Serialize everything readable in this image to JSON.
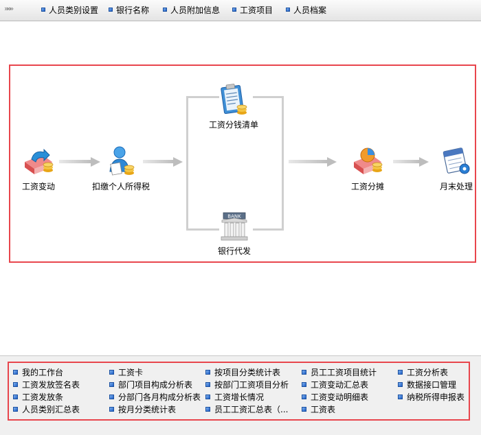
{
  "toolbar": {
    "grip": "»»»",
    "items": [
      "人员类别设置",
      "银行名称",
      "人员附加信息",
      "工资项目",
      "人员档案"
    ]
  },
  "flow": {
    "nodes": {
      "salary_change": "工资变动",
      "deduct_tax": "扣缴个人所得税",
      "distribution_list": "工资分钱清单",
      "bank_payment": "银行代发",
      "salary_allocation": "工资分摊",
      "month_end": "月末处理"
    },
    "bank_sign": "BANK"
  },
  "menu": {
    "col1": [
      "我的工作台",
      "工资发放签名表",
      "工资发放条",
      "人员类别汇总表"
    ],
    "col2": [
      "工资卡",
      "部门项目构成分析表",
      "分部门各月构成分析表",
      "按月分类统计表"
    ],
    "col3": [
      "按项目分类统计表",
      "按部门工资项目分析",
      "工资增长情况",
      "员工工资汇总表（..."
    ],
    "col4": [
      "员工工资项目统计",
      "工资变动汇总表",
      "工资变动明细表",
      "工资表"
    ],
    "col5": [
      "工资分析表",
      "数据接口管理",
      "纳税所得申报表"
    ]
  },
  "colors": {
    "accent_red": "#e8454c",
    "bullet_blue": "#1f5fc7"
  }
}
